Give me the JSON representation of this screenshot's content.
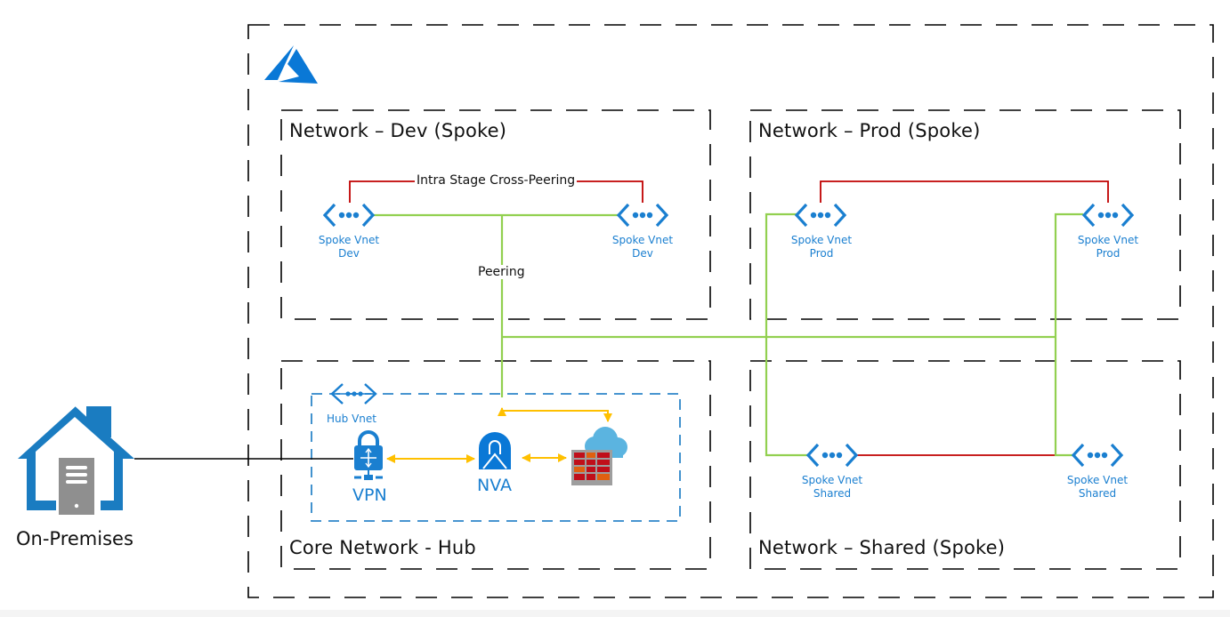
{
  "cloud_provider": {
    "logo": "azure-logo-icon"
  },
  "colors": {
    "azure_blue": "#0078d4",
    "peering_green": "#92d050",
    "cross_peering_red": "#c00000",
    "traffic_yellow": "#ffc000",
    "hub_dashed_blue": "#2e86c9",
    "region_border": "#000000"
  },
  "regions": {
    "dev": {
      "title": "Network – Dev (Spoke)"
    },
    "prod": {
      "title": "Network – Prod (Spoke)"
    },
    "hub": {
      "title": "Core Network - Hub"
    },
    "shared": {
      "title": "Network – Shared (Spoke)"
    }
  },
  "vnets": {
    "dev_left": {
      "line1": "Spoke Vnet",
      "line2": "Dev",
      "icon": "vnet-icon"
    },
    "dev_right": {
      "line1": "Spoke Vnet",
      "line2": "Dev",
      "icon": "vnet-icon"
    },
    "prod_left": {
      "line1": "Spoke Vnet",
      "line2": "Prod",
      "icon": "vnet-icon"
    },
    "prod_right": {
      "line1": "Spoke Vnet",
      "line2": "Prod",
      "icon": "vnet-icon"
    },
    "shared_left": {
      "line1": "Spoke Vnet",
      "line2": "Shared",
      "icon": "vnet-icon"
    },
    "shared_right": {
      "line1": "Spoke Vnet",
      "line2": "Shared",
      "icon": "vnet-icon"
    },
    "hub": {
      "label": "Hub Vnet",
      "icon": "hub-vnet-icon"
    }
  },
  "hub_components": {
    "vpn": {
      "label": "VPN",
      "icon": "vpn-gateway-icon"
    },
    "nva": {
      "label": "NVA",
      "icon": "nva-icon"
    },
    "firewall": {
      "label": "",
      "icon": "azure-firewall-icon"
    }
  },
  "connections": {
    "cross_peering_label": "Intra Stage Cross-Peering",
    "peering_label": "Peering"
  },
  "on_premises": {
    "label": "On-Premises",
    "icon": "on-premises-house-icon"
  }
}
